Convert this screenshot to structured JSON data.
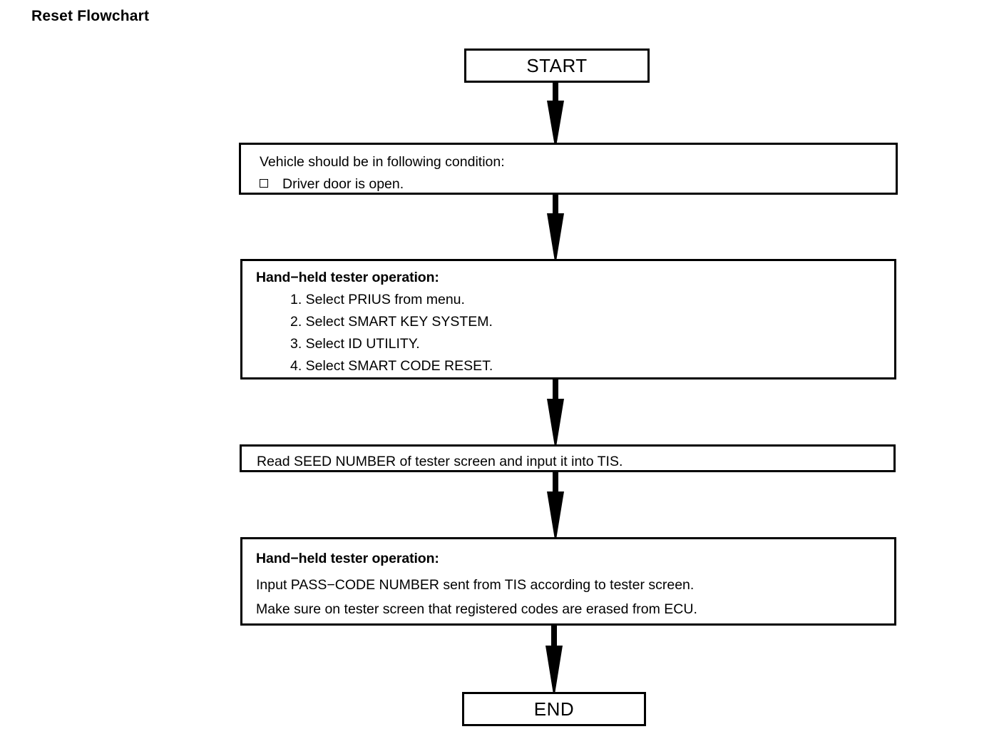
{
  "title": "Reset Flowchart",
  "flowchart": {
    "nodes": {
      "start": {
        "label": "START"
      },
      "condition": {
        "heading": "Vehicle should be in following condition:",
        "bullet_icon": "empty-square-bullet",
        "bullet_items": [
          "Driver door is open."
        ]
      },
      "operation_1": {
        "heading": "Hand−held tester operation:",
        "steps": [
          "1. Select PRIUS from menu.",
          "2. Select SMART KEY SYSTEM.",
          "3. Select ID UTILITY.",
          "4. Select SMART CODE RESET."
        ]
      },
      "read_seed": {
        "text": "Read SEED NUMBER of tester screen and input it into TIS."
      },
      "operation_2": {
        "heading": "Hand−held tester operation:",
        "lines": [
          "Input PASS−CODE NUMBER sent from TIS according to tester screen.",
          "Make sure on tester screen that registered codes are erased from ECU."
        ]
      },
      "end": {
        "label": "END"
      }
    },
    "connectors": [
      {
        "name": "arrow-start-to-condition",
        "icon": "down-arrow-icon"
      },
      {
        "name": "arrow-condition-to-operation-1",
        "icon": "down-arrow-icon"
      },
      {
        "name": "arrow-operation-1-to-read-seed",
        "icon": "down-arrow-icon"
      },
      {
        "name": "arrow-read-seed-to-operation-2",
        "icon": "down-arrow-icon"
      },
      {
        "name": "arrow-operation-2-to-end",
        "icon": "down-arrow-icon"
      }
    ],
    "colors": {
      "background": "#ffffff",
      "stroke": "#000000",
      "text": "#000000"
    }
  }
}
